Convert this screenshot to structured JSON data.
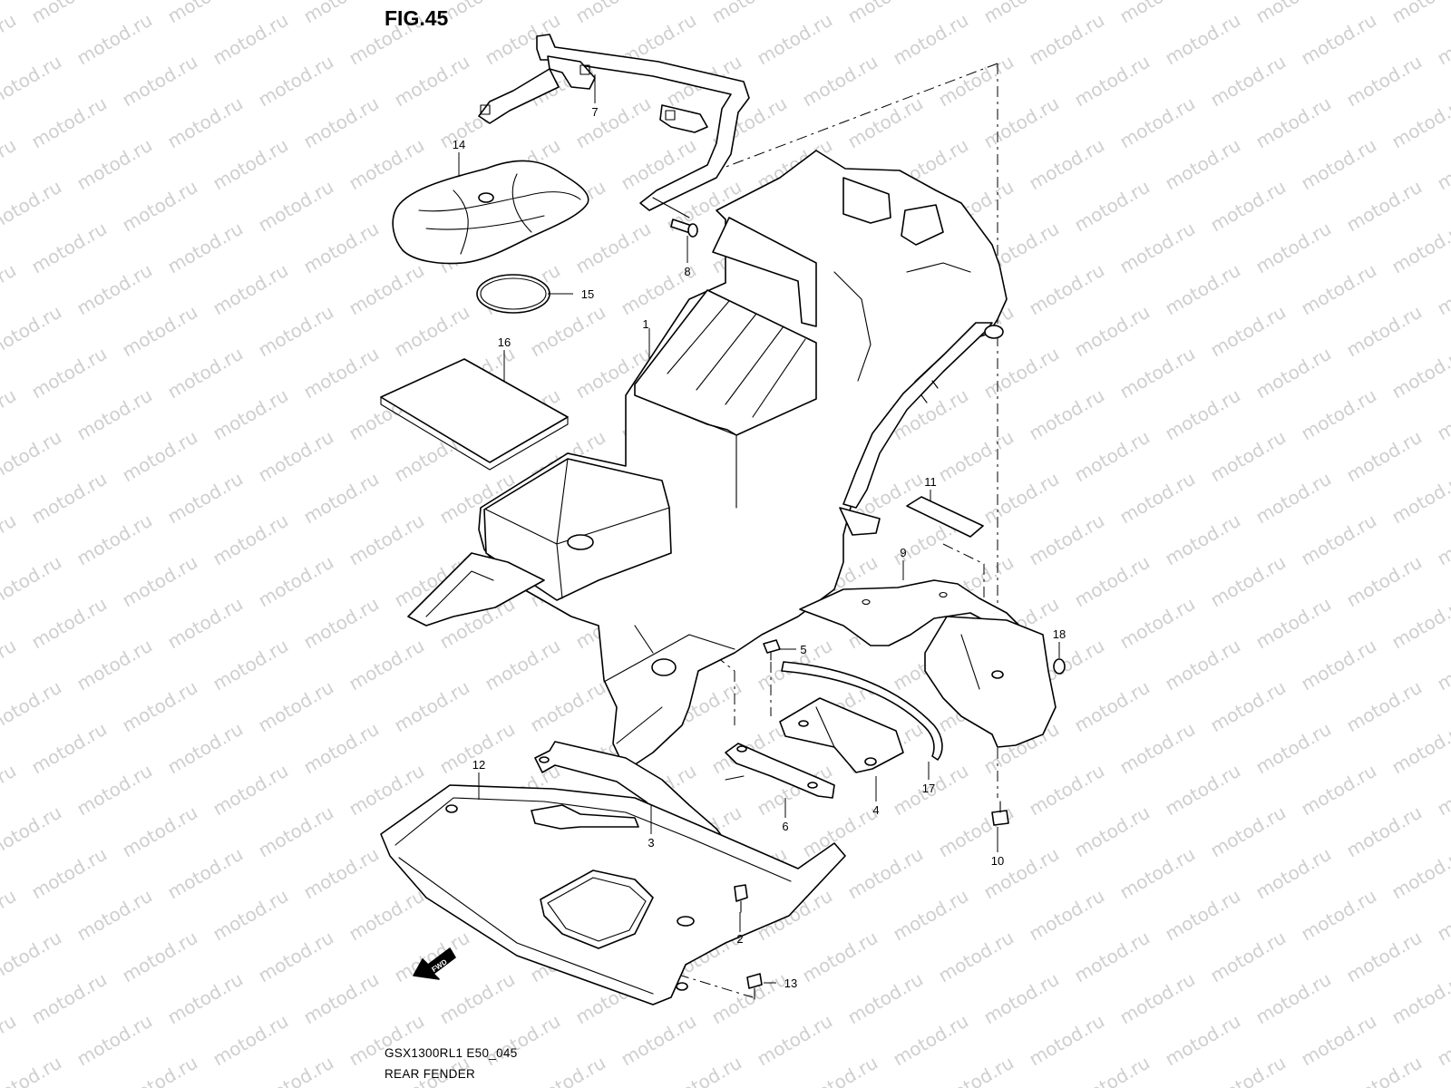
{
  "figure": {
    "label": "FIG.45",
    "model_code": "GSX1300RL1 E50_045",
    "caption": "REAR FENDER",
    "direction_arrow": "FWD"
  },
  "watermark": "motod.ru",
  "parts": [
    {
      "ref": "1"
    },
    {
      "ref": "2"
    },
    {
      "ref": "3"
    },
    {
      "ref": "4"
    },
    {
      "ref": "5"
    },
    {
      "ref": "6"
    },
    {
      "ref": "7"
    },
    {
      "ref": "8"
    },
    {
      "ref": "9"
    },
    {
      "ref": "10"
    },
    {
      "ref": "11"
    },
    {
      "ref": "12"
    },
    {
      "ref": "13"
    },
    {
      "ref": "14"
    },
    {
      "ref": "15"
    },
    {
      "ref": "16"
    },
    {
      "ref": "17"
    },
    {
      "ref": "18"
    }
  ]
}
